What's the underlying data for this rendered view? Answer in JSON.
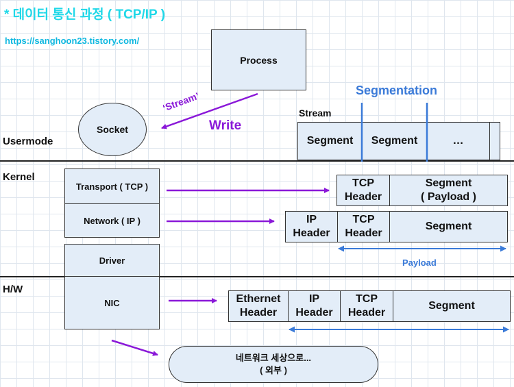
{
  "title": "* 데이터 통신 과정 ( TCP/IP )",
  "url": "https://sanghoon23.tistory.com/",
  "colors": {
    "title": "#1fd8e8",
    "url": "#0fb8e0",
    "purple": "#8a18d8",
    "blue": "#3a7ad8",
    "box_fill": "#e3edf8"
  },
  "layers": {
    "usermode": "Usermode",
    "kernel": "Kernel",
    "hw": "H/W"
  },
  "process": "Process",
  "socket": "Socket",
  "stream_arrow_label": "‘Stream’",
  "write_label": "Write",
  "segmentation_label": "Segmentation",
  "stream": {
    "label": "Stream",
    "cells": [
      "Segment",
      "Segment",
      "…",
      ""
    ]
  },
  "stack": {
    "transport": "Transport ( TCP )",
    "network": "Network ( IP )",
    "driver": "Driver",
    "nic": "NIC"
  },
  "tcp_packet": {
    "header": "TCP\nHeader",
    "payload": "Segment\n( Payload )"
  },
  "ip_packet": {
    "ip_header": "IP\nHeader",
    "tcp_header": "TCP\nHeader",
    "segment": "Segment"
  },
  "payload_label": "Payload",
  "eth_frame": {
    "eth_header": "Ethernet\nHeader",
    "ip_header": "IP\nHeader",
    "tcp_header": "TCP\nHeader",
    "segment": "Segment"
  },
  "outside": {
    "line1": "네트워크 세상으로...",
    "line2": "( 외부 )"
  }
}
